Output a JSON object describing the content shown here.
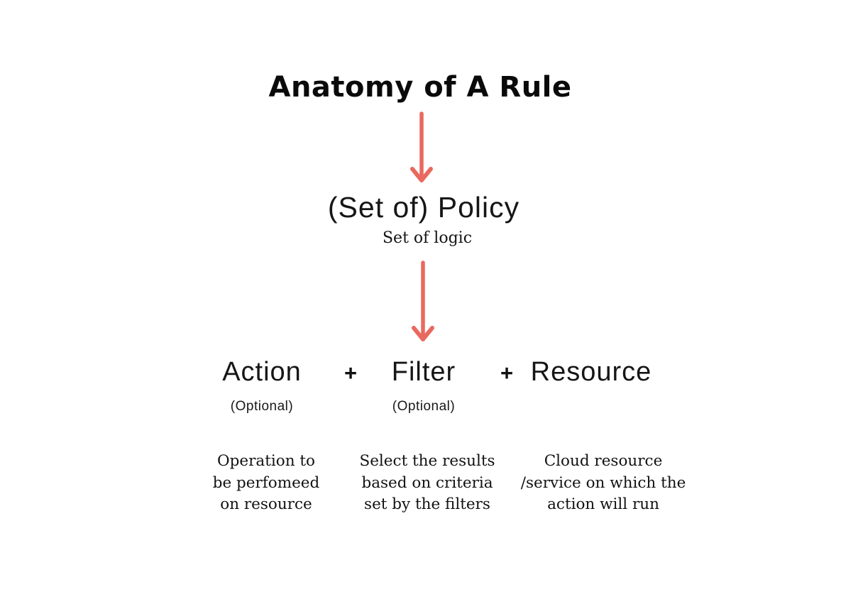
{
  "diagram": {
    "title": "Anatomy of A Rule",
    "arrow_color": "#E9695F",
    "icons": {
      "arrow": "down-arrow"
    },
    "policy": {
      "label": "(Set of) Policy",
      "sublabel": "Set of logic"
    },
    "rule_components": [
      {
        "type": "term",
        "label": "Action",
        "note": "(Optional)"
      },
      {
        "type": "operator",
        "label": "+"
      },
      {
        "type": "term",
        "label": "Filter",
        "note": "(Optional)"
      },
      {
        "type": "operator",
        "label": "+"
      },
      {
        "type": "term",
        "label": "Resource"
      }
    ],
    "descriptions": [
      {
        "lines": [
          "Operation to",
          "be perfomeed",
          "on resource"
        ]
      },
      {
        "lines": [
          "Select the results",
          "based on criteria",
          "set by the filters"
        ]
      },
      {
        "lines": [
          "Cloud resource",
          "/service on which the",
          "action will run"
        ]
      }
    ]
  }
}
